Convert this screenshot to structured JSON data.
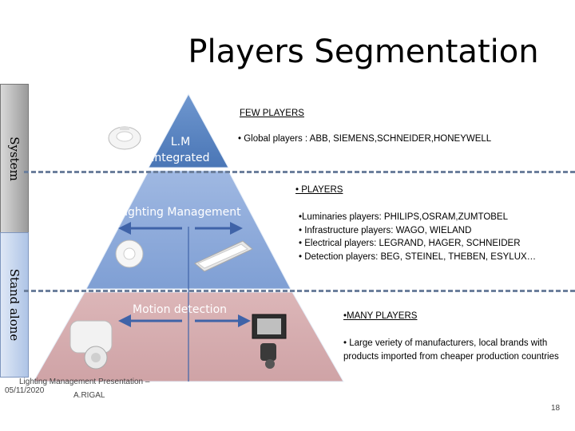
{
  "title": "Players Segmentation",
  "sidebar": {
    "system_label": "System",
    "stand_alone_label": "Stand alone"
  },
  "pyramid": {
    "top_line1": "L.M",
    "top_line2": "integrated",
    "middle": "Lighting Management",
    "bottom": "Motion detection"
  },
  "segments": {
    "few": {
      "heading": "FEW PLAYERS",
      "items": [
        "• Global players : ABB, SIEMENS,SCHNEIDER,HONEYWELL"
      ]
    },
    "middle": {
      "heading": "• PLAYERS",
      "items": [
        "•Luminaries players: PHILIPS,OSRAM,ZUMTOBEL",
        "• Infrastructure players: WAGO, WIELAND",
        "• Electrical players: LEGRAND, HAGER, SCHNEIDER",
        "• Detection players: BEG, STEINEL, THEBEN, ESYLUX…"
      ]
    },
    "many": {
      "heading": "•MANY PLAYERS",
      "items": [
        "• Large veriety of manufacturers, local brands with products imported from cheaper production countries"
      ]
    }
  },
  "footer": {
    "date": "05/11/2020",
    "presentation_line1": "Lighting Management Presentation –",
    "presentation_line2": "A.RIGAL",
    "page_number": "18"
  },
  "colors": {
    "top_tier": "#4f81bd",
    "middle_tier": "#8eaadb",
    "bottom_tier": "#d6aeb0",
    "arrow": "#3f63a8"
  }
}
